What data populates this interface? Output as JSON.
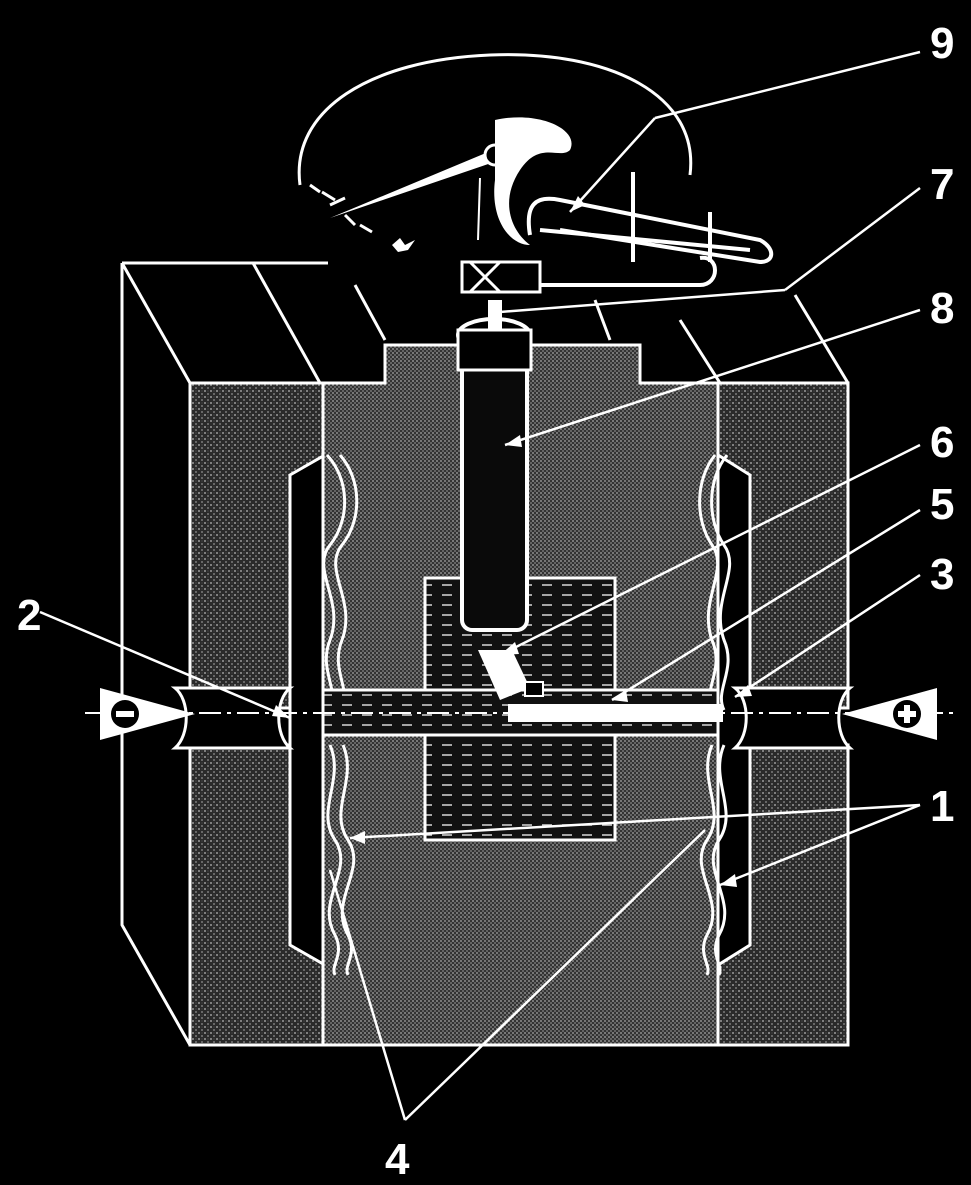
{
  "diagram": {
    "background": "#000000",
    "stroke_color": "#ffffff",
    "callouts": {
      "c1": "1",
      "c2": "2",
      "c3": "3",
      "c4": "4",
      "c5": "5",
      "c6": "6",
      "c7": "7",
      "c8": "8",
      "c9": "9"
    },
    "terminals": {
      "negative_symbol": "minus-sign",
      "positive_symbol": "plus-sign"
    }
  }
}
